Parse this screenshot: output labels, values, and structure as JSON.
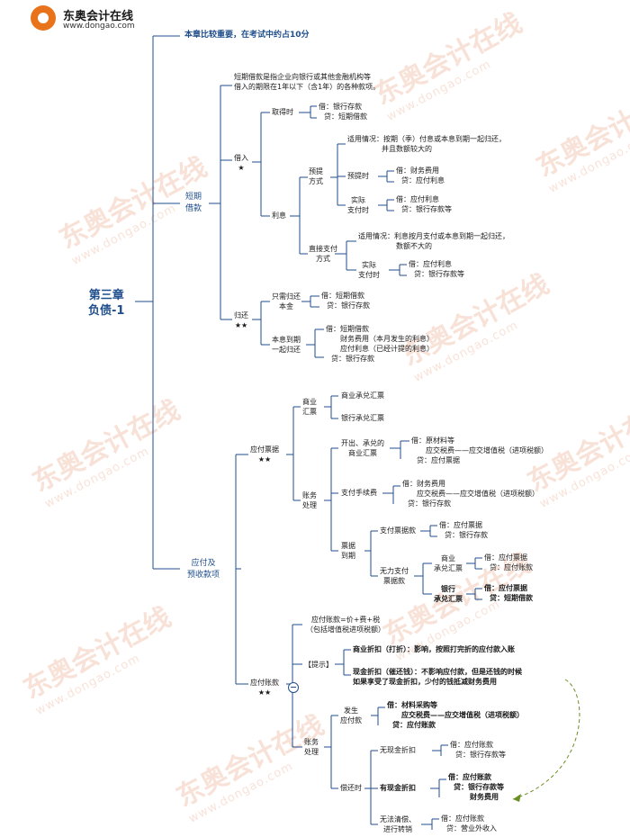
{
  "header": {
    "brand": "东奥会计在线",
    "site": "www.dongao.com"
  },
  "watermark": {
    "text": "东奥会计在线",
    "url": "www.dongao.com"
  },
  "root": {
    "chapter": "第三章",
    "title": "负债-1"
  },
  "note": "本章比较重要，在考试中约占10分",
  "short": {
    "label": [
      "短期",
      "借款"
    ],
    "definition": [
      "短期借款是指企业向银行或其他金融机构等",
      "借入的期限在1年以下（含1年）的各种款项。"
    ],
    "borrow": {
      "label": "借入",
      "stars": "★",
      "obtain": {
        "label": "取得时",
        "entry": [
          "借：银行存款",
          "贷：短期借款"
        ]
      },
      "interest": {
        "label": "利息",
        "accrue": {
          "label": [
            "预提",
            "方式"
          ],
          "applies": [
            "适用情况：按期（季）付息或本息到期一起归还，",
            "并且数额较大的"
          ],
          "at_accrual": {
            "label": "预提时",
            "entry": [
              "借：财务费用",
              "贷：应付利息"
            ]
          },
          "at_payment": {
            "label": [
              "实际",
              "支付时"
            ],
            "entry": [
              "借：应付利息",
              "贷：银行存款等"
            ]
          }
        },
        "direct": {
          "label": [
            "直接支付",
            "方式"
          ],
          "applies": [
            "适用情况：利息按月支付或本息到期一起归还，",
            "数额不大的"
          ],
          "at_payment": {
            "label": [
              "实际",
              "支付时"
            ],
            "entry": [
              "借：应付利息",
              "贷：银行存款等"
            ]
          }
        }
      }
    },
    "repay": {
      "label": "归还",
      "stars": "★★",
      "principal_only": {
        "label": [
          "只需归还",
          "本金"
        ],
        "entry": [
          "借：短期借款",
          "贷：银行存款"
        ]
      },
      "principal_interest": {
        "label": [
          "本息到期",
          "一起归还"
        ],
        "entry": [
          "借：短期借款",
          "财务费用（本月发生的利息）",
          "应付利息（已经计提的利息）",
          "贷：银行存款"
        ]
      }
    }
  },
  "payable": {
    "label": [
      "应付及",
      "预收款项"
    ],
    "notes": {
      "label": "应付票据",
      "stars": "★★",
      "types": {
        "label": [
          "商业",
          "汇票"
        ],
        "items": [
          "商业承兑汇票",
          "银行承兑汇票"
        ]
      },
      "handling": {
        "label": [
          "账务",
          "处理"
        ],
        "issue": {
          "label": [
            "开出、承兑的",
            "商业汇票"
          ],
          "entry": [
            "借：原材料等",
            "应交税费——应交增值税（进项税额）",
            "贷：应付票据"
          ]
        },
        "fee": {
          "label": "支付手续费",
          "entry": [
            "借：财务费用",
            "应交税费——应交增值税（进项税额）",
            "贷：银行存款"
          ]
        },
        "due": {
          "label": [
            "票据",
            "到期"
          ],
          "pay": {
            "label": "支付票据款",
            "entry": [
              "借：应付票据",
              "贷：银行存款"
            ]
          },
          "unable": {
            "label": [
              "无力支付",
              "票据款"
            ],
            "commercial": {
              "label": [
                "商业",
                "承兑汇票"
              ],
              "entry": [
                "借：应付票据",
                "贷：应付账款"
              ]
            },
            "bank": {
              "label": [
                "银行",
                "承兑汇票"
              ],
              "entry": [
                "借：应付票据",
                "贷：短期借款"
              ]
            }
          }
        }
      }
    },
    "accounts": {
      "label": "应付账款",
      "stars": "★★",
      "formula": [
        "应付账款=价+费+税",
        "（包括增值税进项税额）"
      ],
      "tip": {
        "label": "【提示】",
        "trade": "商业折扣（打折）：影响，按照打完折的应付款入账",
        "cash": [
          "现金折扣（催还钱）：不影响应付款，但是还钱的时候",
          "如果享受了现金折扣，少付的钱抵减财务费用"
        ]
      },
      "handling": {
        "label": [
          "账务",
          "处理"
        ],
        "occur": {
          "label": [
            "发生",
            "应付款"
          ],
          "entry": [
            "借：材料采购等",
            "应交税费——应交增值税（进项税额）",
            "贷：应付账款"
          ]
        },
        "repay": {
          "label": "偿还时",
          "no_discount": {
            "label": "无现金折扣",
            "entry": [
              "借：应付账款",
              "贷：银行存款等"
            ]
          },
          "discount": {
            "label": "有现金折扣",
            "entry": [
              "借：应付账款",
              "贷：银行存款等",
              "财务费用"
            ]
          },
          "writeoff": {
            "label": [
              "无法清偿、",
              "进行转销"
            ],
            "entry": [
              "借：应付账款",
              "贷：营业外收入"
            ]
          }
        }
      }
    }
  }
}
